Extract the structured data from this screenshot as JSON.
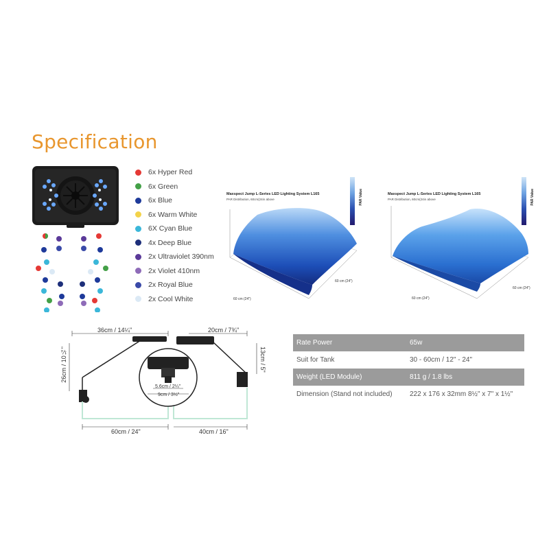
{
  "title": "Specification",
  "leds": [
    {
      "label": "6x Hyper Red",
      "color": "#e53935"
    },
    {
      "label": "6x Green",
      "color": "#43a047"
    },
    {
      "label": "6x Blue",
      "color": "#1e3a9a"
    },
    {
      "label": "6x Warm White",
      "color": "#f3d34a"
    },
    {
      "label": "6X Cyan Blue",
      "color": "#3bb7d9"
    },
    {
      "label": "4x Deep Blue",
      "color": "#1d2f7a"
    },
    {
      "label": "2x Ultraviolet 390nm",
      "color": "#5b3a99"
    },
    {
      "label": "2x Violet 410nm",
      "color": "#8e6bb8"
    },
    {
      "label": "2x Royal Blue",
      "color": "#3a4aa8"
    },
    {
      "label": "2x Cool White",
      "color": "#dbe9f5"
    }
  ],
  "charts": [
    {
      "title": "Maxspect Jump L-Series LED Lighting System L165",
      "subtitle": "PAR Distribution, 60cm(24in above",
      "x_label": "60 cm (24\")",
      "y_label": "60 cm (24\")",
      "colorbar_label": "PAR Value"
    },
    {
      "title": "Maxspect Jump L-Series LED Lighting System L165",
      "subtitle": "PAR Distribution, 60cm(24in above",
      "x_label": "60 cm (24\")",
      "y_label": "60 cm (24\")",
      "colorbar_label": "PAR Value"
    }
  ],
  "dimensions": {
    "arm_length": "36cm / 14¼\"",
    "arm_length_short": "20cm / 7¾\"",
    "height_left": "26cm / 10¼\"",
    "height_right": "13cm / 5\"",
    "tank_left": "60cm / 24\"",
    "tank_right": "40cm / 16\"",
    "clamp_inner": "5.6cm / 2¼\"",
    "clamp_outer": "9cm / 3½\""
  },
  "specs": [
    {
      "label": "Rate Power",
      "value": "65w"
    },
    {
      "label": "Suit for Tank",
      "value": "30 - 60cm / 12\" - 24\""
    },
    {
      "label": "Weight (LED Module)",
      "value": "811 g / 1.8 lbs"
    },
    {
      "label": "Dimension (Stand not included)",
      "value": "222 x 176 x 32mm  8½\" x 7\" x 1½\""
    }
  ]
}
